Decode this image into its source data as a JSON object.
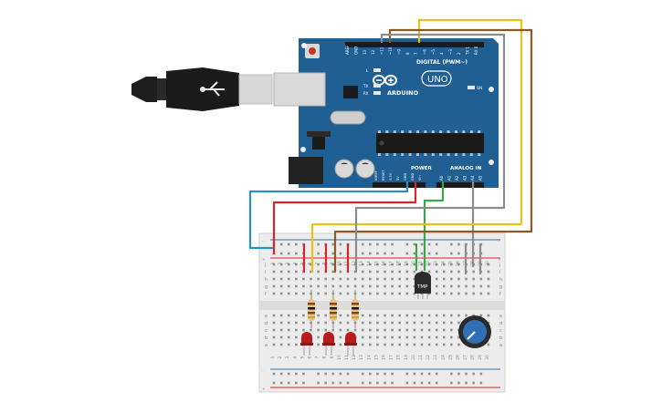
{
  "board": {
    "brand": "ARDUINO",
    "model": "UNO",
    "digital_header_label": "DIGITAL (PWM~)",
    "power_label": "POWER",
    "analog_label": "ANALOG IN",
    "led_labels": [
      "L",
      "TX",
      "RX"
    ],
    "on_label": "ON",
    "digital_pins": [
      "AREF",
      "GND",
      "13",
      "12",
      "~11",
      "~10",
      "~9",
      "8",
      "7",
      "~6",
      "~5",
      "4",
      "~3",
      "2",
      "TX 1",
      "RX 0"
    ],
    "power_pins": [
      "IOREF",
      "RESET",
      "3.3V",
      "5V",
      "GND",
      "GND",
      "Vin"
    ],
    "analog_pins": [
      "A0",
      "A1",
      "A2",
      "A3",
      "A4",
      "A5"
    ]
  },
  "sensor": {
    "label": "TMP"
  },
  "breadboard": {
    "column_numbers": [
      "1",
      "2",
      "3",
      "4",
      "5",
      "6",
      "7",
      "8",
      "9",
      "10",
      "11",
      "12",
      "13",
      "14",
      "15",
      "16",
      "17",
      "18",
      "19",
      "20",
      "21",
      "22",
      "23",
      "24",
      "25",
      "26",
      "27",
      "28",
      "29",
      "30"
    ],
    "top_row_letters": [
      "j",
      "i",
      "h",
      "g",
      "f"
    ],
    "bottom_row_letters": [
      "e",
      "d",
      "c",
      "b",
      "a"
    ],
    "rail_plus": "+",
    "rail_minus": "-"
  },
  "colors": {
    "board": "#1f5f94",
    "breadboard": "#ececec",
    "wire_red": "#d62828",
    "wire_blue": "#2a8fc7",
    "wire_green": "#3aa84a",
    "wire_yellow": "#e6c21a",
    "wire_brown": "#8b5a2b",
    "wire_gray": "#8c8c8c",
    "led": "#b81d1d"
  }
}
